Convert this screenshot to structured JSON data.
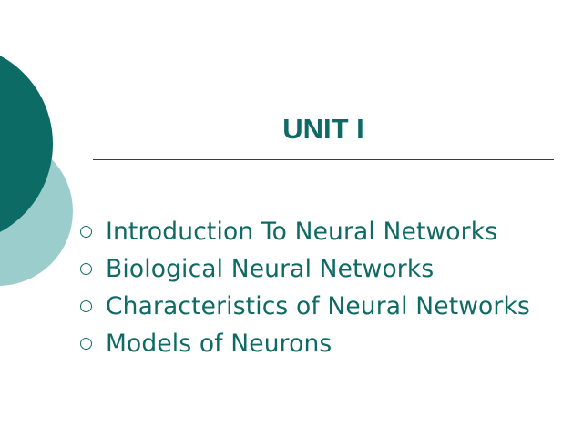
{
  "slide": {
    "title": "UNIT I",
    "bullets": [
      "Introduction To Neural Networks",
      "Biological Neural Networks",
      "Characteristics of Neural Networks",
      "Models of Neurons"
    ]
  },
  "colors": {
    "accent_dark": "#0d6b66",
    "accent_light": "#9ccdcd",
    "text": "#0f6a64",
    "rule": "#3a3a3a"
  }
}
